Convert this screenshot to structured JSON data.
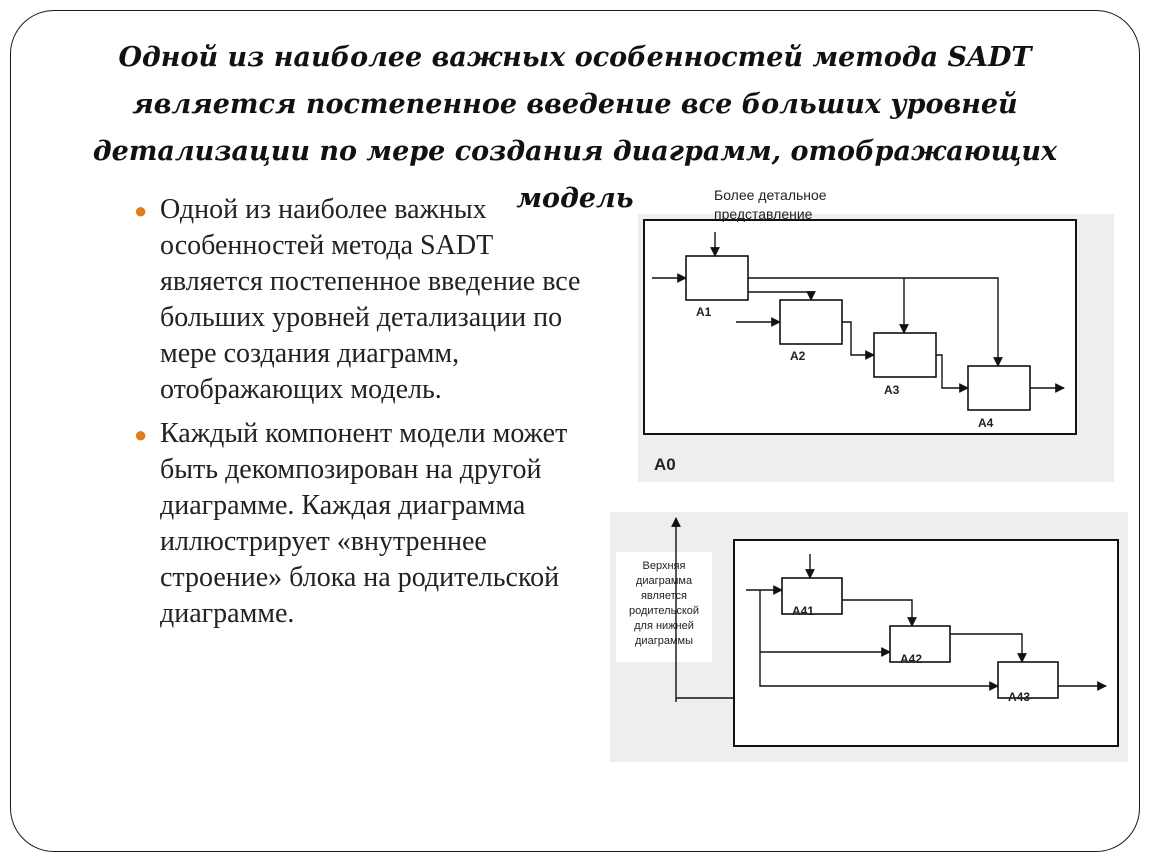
{
  "title": "Одной из наиболее важных особенностей метода SADT является постепенное введение все больших уровней детализации по мере создания диаграмм, отображающих модель",
  "bullets": [
    "Одной из наиболее важных особенностей метода SADT является постепенное введение все больших уровней детализации по мере создания диаграмм, отображающих модель.",
    "Каждый компонент модели может быть декомпозирован на другой диаграмме. Каждая диаграмма иллюстрирует «внутреннее строение» блока на родительской диаграмме."
  ],
  "colors": {
    "bullet": "#e07b1e",
    "frame": "#1a1a1a"
  },
  "diagram_top": {
    "caption_line1": "Более детальное",
    "caption_line2": "представление",
    "frame_label": "A0",
    "blocks": [
      "A1",
      "A2",
      "A3",
      "A4"
    ]
  },
  "diagram_bottom": {
    "note_lines": [
      "Верхняя",
      "диаграмма",
      "является",
      "родительской",
      "для нижней",
      "диаграммы"
    ],
    "blocks": [
      "A41",
      "A42",
      "A43"
    ]
  }
}
